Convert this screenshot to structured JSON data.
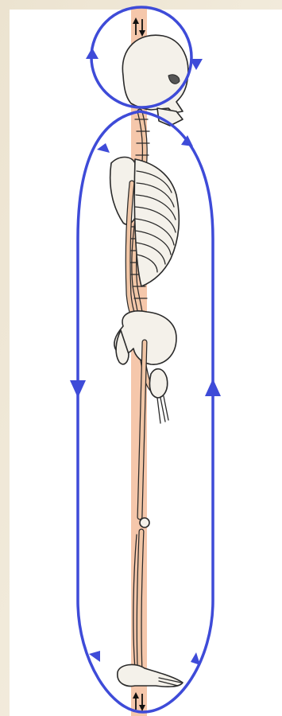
{
  "figure": {
    "subject": "skeleton-side-view-diagram",
    "icons": {
      "top_loop": "circle-loop-arrows",
      "body_loop": "oval-loop-arrows",
      "center_axis": "vertical-axis-band",
      "axis_marks": "up-down-arrows"
    },
    "colors": {
      "background_gradient_start": "#ece3d0",
      "background_gradient_end": "#f7f2e6",
      "panel": "#ffffff",
      "loop_stroke": "#3e4bd8",
      "axis_band": "#f2b48f",
      "bone_fill": "#f4f1ea",
      "bone_outline": "#2a2a2a",
      "bone_tint": "#f1c6a6"
    }
  }
}
